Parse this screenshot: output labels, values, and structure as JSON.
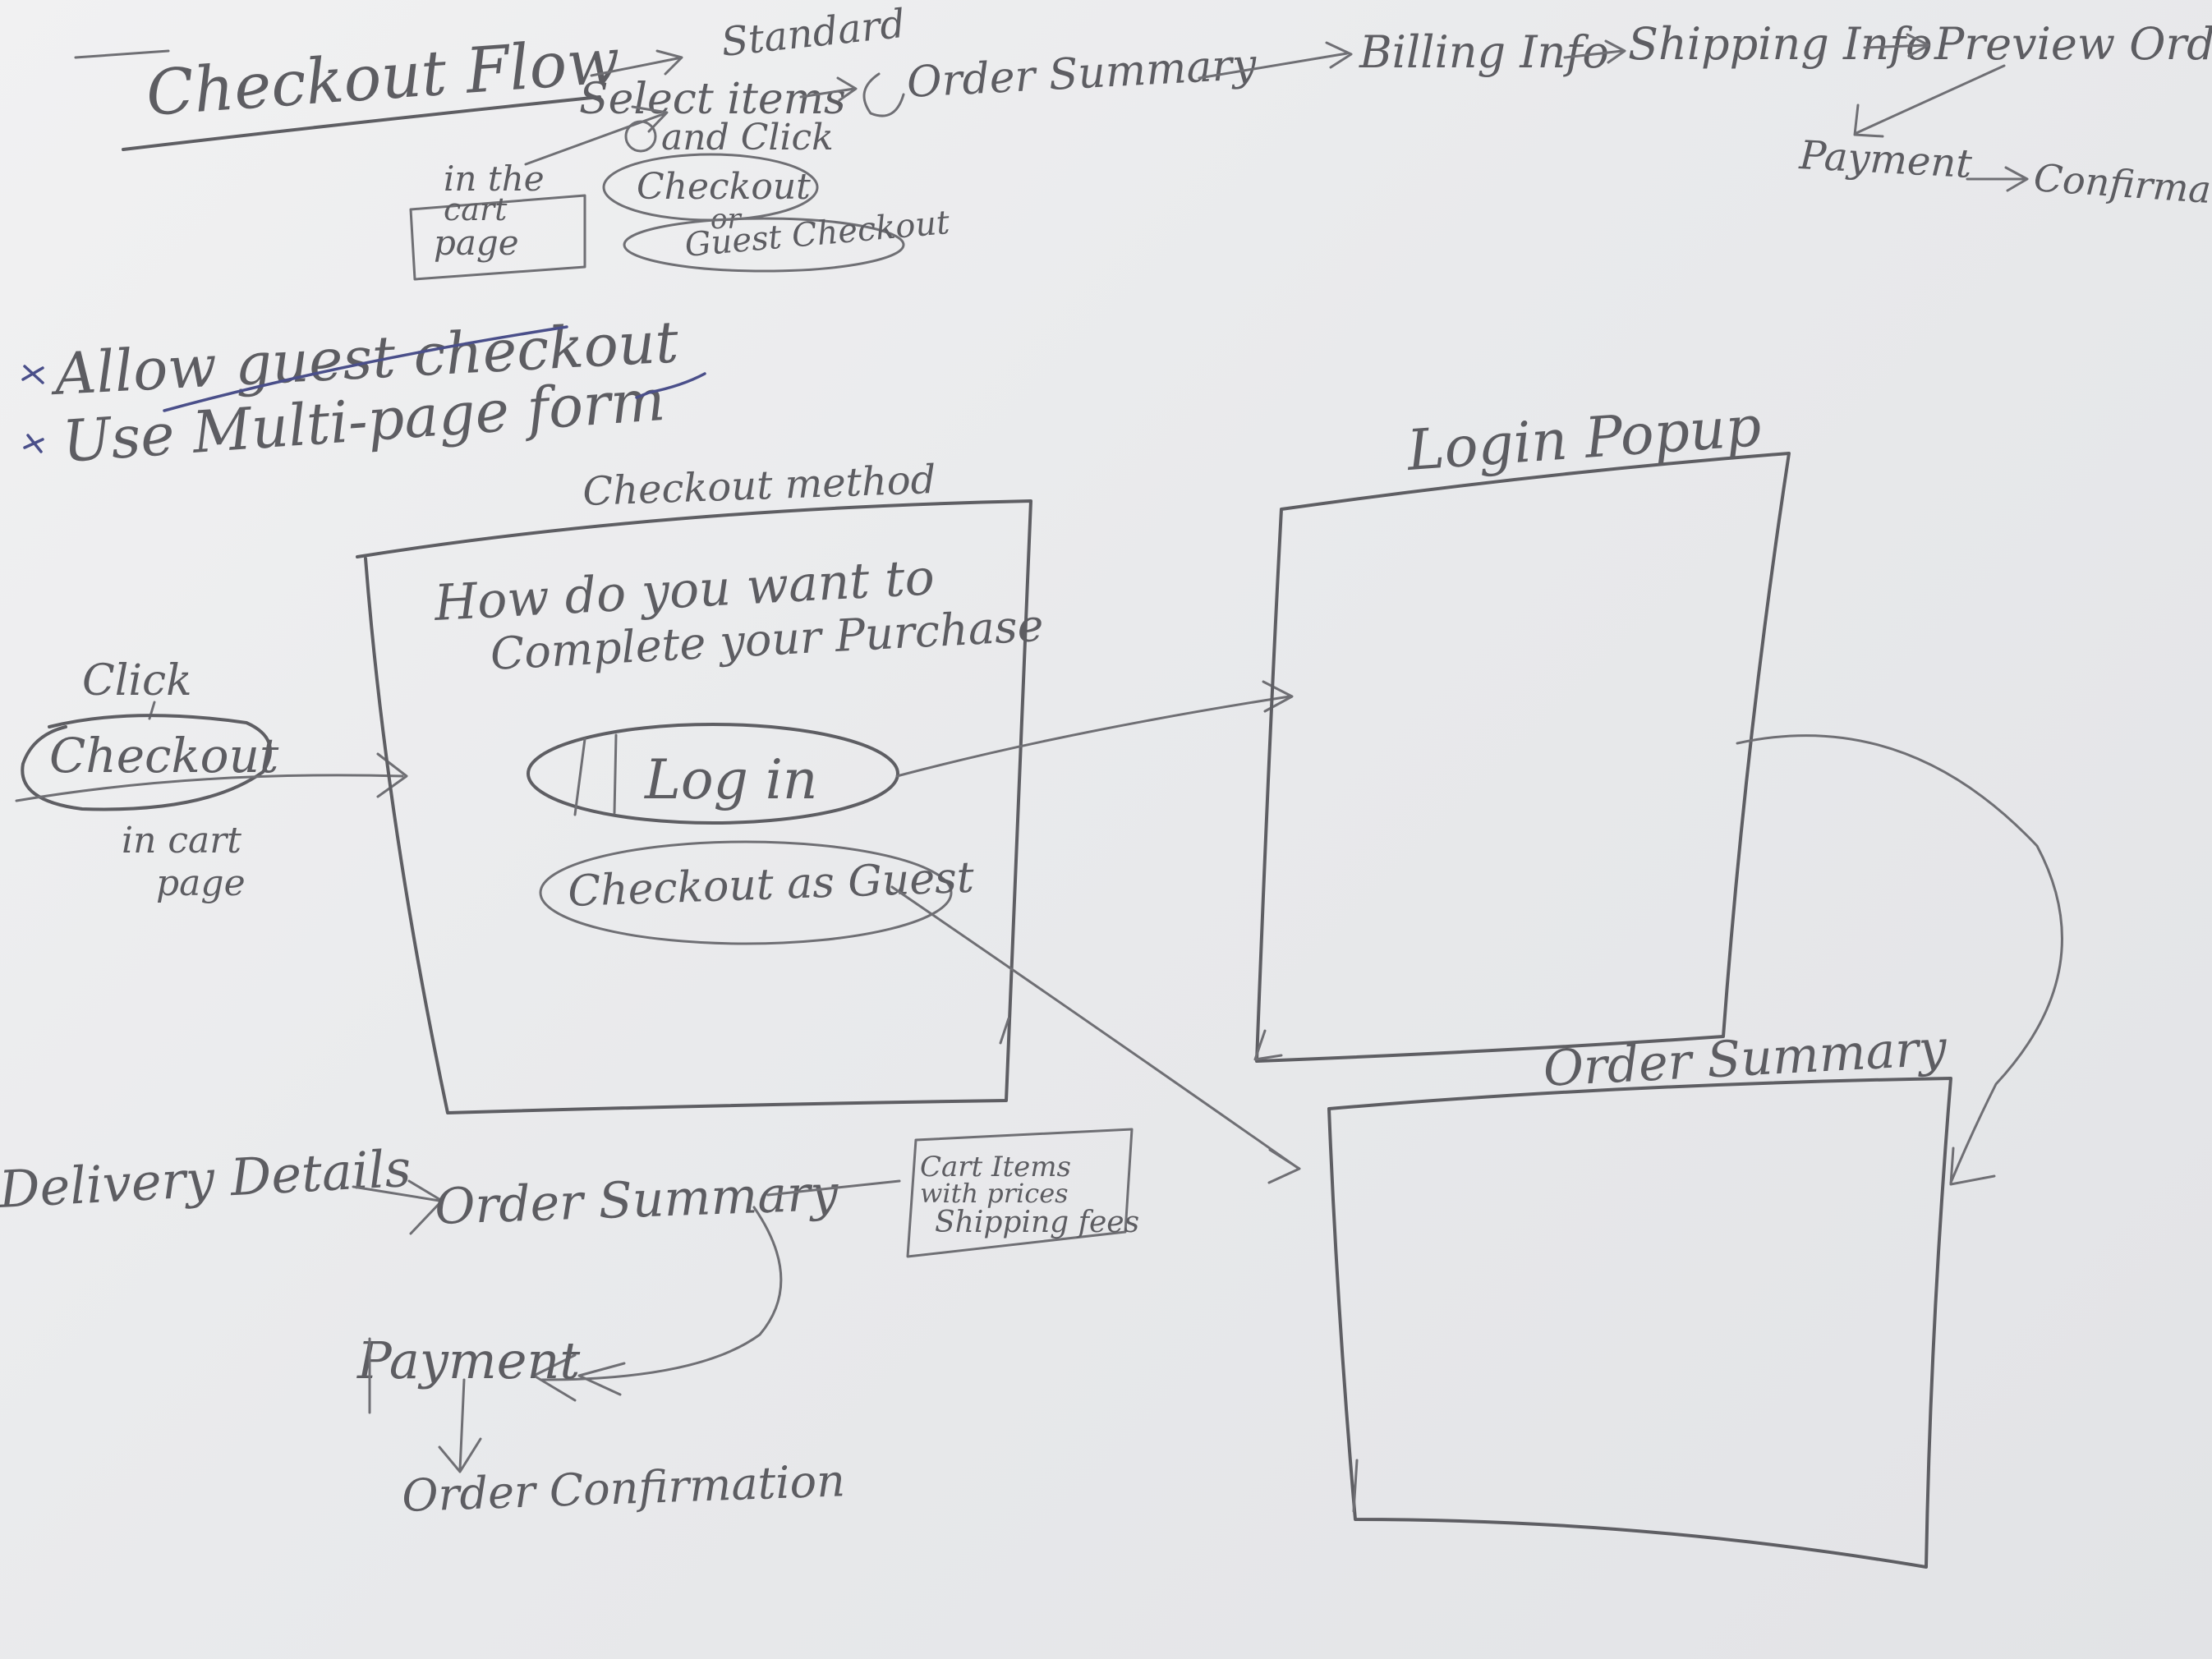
{
  "top_flow": {
    "title": "Checkout Flow",
    "standard": "Standard",
    "select_items": "Select items",
    "and_click": "and Click",
    "checkout": "Checkout",
    "or": "or",
    "guest_checkout": "Guest Checkout",
    "in_the": "in the",
    "cart": "cart",
    "page": "page",
    "order_summary": "Order Summary",
    "billing_info": "Billing Info",
    "shipping_info": "Shipping Info",
    "preview_order": "Preview Order",
    "payment": "Payment",
    "confirmation": "Confirmation"
  },
  "notes": {
    "allow_guest": "Allow guest checkout",
    "multi_page": "Use Multi-page form"
  },
  "checkout_method": {
    "title": "Checkout method",
    "question_line1": "How do you want to",
    "question_line2": "Complete your Purchase",
    "login_button": "Log in",
    "guest_button": "Checkout as Guest"
  },
  "entry": {
    "click": "Click",
    "checkout_button": "Checkout",
    "in_cart": "in cart",
    "page": "page"
  },
  "login_popup": {
    "title": "Login Popup"
  },
  "order_summary_box": {
    "title": "Order Summary"
  },
  "bottom_flow": {
    "delivery_details": "Delivery Details",
    "order_summary": "Order Summary",
    "note_line1": "Cart Items",
    "note_line2": "with prices",
    "note_line3": "Shipping fees",
    "payment": "Payment",
    "order_confirmation": "Order Confirmation"
  }
}
